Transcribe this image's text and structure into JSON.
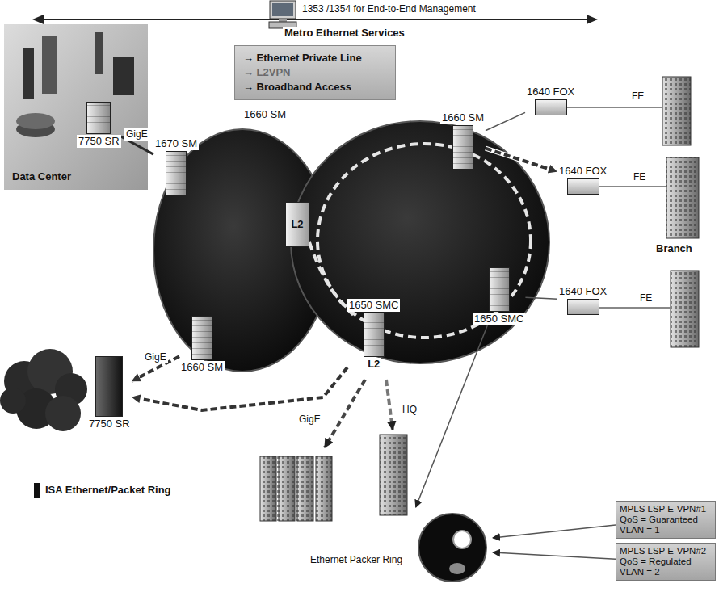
{
  "diagram": {
    "nodes": [
      {
        "text": [
          "→ Ethernet Private Line",
          "→ L2VPN",
          "→ Broadband Access"
        ]
      },
      {
        "text": [
          "Data Center"
        ]
      },
      {
        "text": [
          "7750 SR"
        ],
        "in": 1
      },
      {
        "text": [
          "1670 SM"
        ]
      },
      {
        "text": [
          "1660 SM"
        ]
      },
      {
        "text": [
          "1640 FOX"
        ]
      },
      {
        "text": [
          "1640 FOX"
        ]
      },
      {
        "text": [
          "L2"
        ]
      },
      {
        "text": [
          "1650 SMC"
        ]
      },
      {
        "text": [
          "1640 FOX"
        ]
      },
      {
        "text": [
          "1650 SMC",
          "L2"
        ]
      },
      {
        "text": [
          "1660 SM"
        ]
      },
      {
        "text": [
          "7750 SR"
        ]
      },
      {
        "text": [
          "Ethernet Packer Ring"
        ]
      },
      {
        "text": [
          "MPLS LSP E-VPN#1 QoS = Guaranteed VLAN = 1"
        ]
      },
      {
        "text": [
          "MPLS LSP E-VPN#2 QoS = Regulated VLAN = 2"
        ]
      }
    ],
    "edges": [
      {
        "from": 3,
        "to": 2,
        "arrow": "none",
        "label": "GigE"
      },
      {
        "from": 4,
        "to": 5,
        "arrow": "none"
      },
      {
        "from": 4,
        "to": 6,
        "arrow": "to"
      },
      {
        "from": 8,
        "to": 9,
        "arrow": "none"
      },
      {
        "from": 11,
        "to": 12,
        "arrow": "to",
        "label": "GigE"
      },
      {
        "from": 10,
        "to": 12,
        "arrow": "to"
      },
      {
        "from": 8,
        "to": 13,
        "arrow": "to"
      },
      {
        "from": 14,
        "to": 13,
        "arrow": "to"
      },
      {
        "from": 15,
        "to": 13,
        "arrow": "to"
      }
    ],
    "labels": [
      "1353 /1354 for End-to-End Management",
      "Metro Ethernet Services",
      "1660 SM",
      "FE",
      "FE",
      "Branch",
      "FE",
      "GigE",
      "HQ"
    ],
    "legend": [
      {
        "text": "ISA Ethernet/Packet Ring",
        "color": "#111111"
      }
    ]
  }
}
